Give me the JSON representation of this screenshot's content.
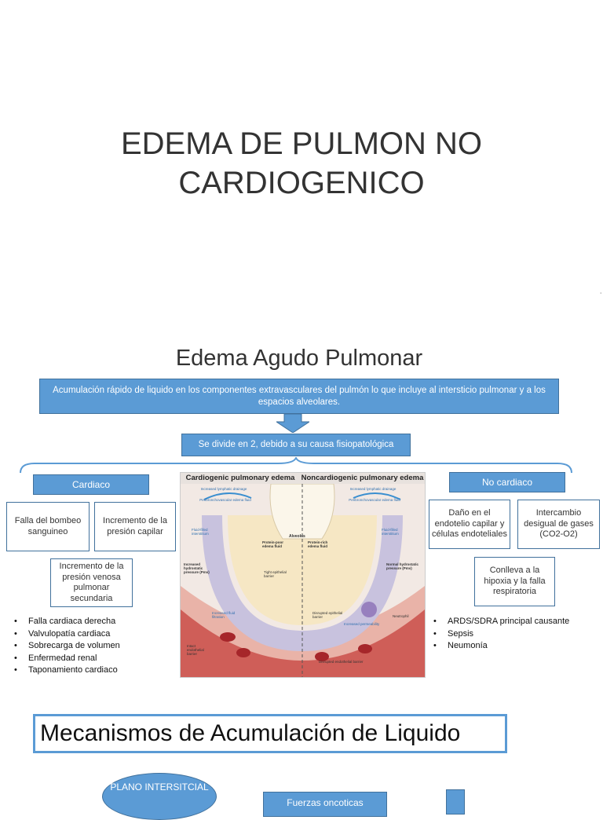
{
  "slide1": {
    "title_line1": "EDEMA DE PULMON NO",
    "title_line2": "CARDIOGENICO"
  },
  "slide2": {
    "title": "Edema Agudo Pulmonar",
    "definition": "Acumulación rápido de liquido en los componentes extravasculares del pulmón lo que incluye al intersticio pulmonar y a los espacios alveolares.",
    "divide": "Se divide en 2, debido a su causa fisiopatológica",
    "cardiaco": {
      "label": "Cardiaco",
      "boxes": [
        "Falla del bombeo sanguineo",
        "Incremento de la presión capilar",
        "Incremento de la presión venosa pulmonar secundaria"
      ],
      "bullets": [
        "Falla cardiaca derecha",
        "Valvulopatía cardiaca",
        "Sobrecarga de volumen",
        "Enfermedad renal",
        "Taponamiento cardiaco"
      ]
    },
    "no_cardiaco": {
      "label": "No cardiaco",
      "boxes": [
        "Daño en el endotelio capilar y células endoteliales",
        "Intercambio desigual de gases (CO2-O2)",
        "Conlleva a la hipoxia y la falla respiratoria"
      ],
      "bullets": [
        "ARDS/SDRA principal causante",
        "Sepsis",
        "Neumonía"
      ]
    },
    "figure": {
      "left_title": "Cardiogenic pulmonary edema",
      "right_title": "Noncardiogenic pulmonary edema",
      "labels": {
        "alveolus": "Alveolus",
        "inc_lymph_l": "Increased lymphatic drainage",
        "inc_lymph_r": "Increased lymphatic drainage",
        "perib_l": "Peribronchovascular edema fluid",
        "perib_r": "Peribronchovascular edema fluid",
        "fluid_l": "Fluid-filled interstitium",
        "fluid_r": "Fluid-filled interstitium",
        "protein_poor": "Protein-poor edema fluid",
        "protein_rich": "Protein-rich edema fluid",
        "inc_hydro": "Increased hydrostatic pressure (Pmv)",
        "normal_hydro": "Normal hydrostatic pressure (Pmv)",
        "tight": "Tight epithelial barrier",
        "inc_fluid": "Increased fluid filtration",
        "intact_endo": "Intact endothelial barrier",
        "disrupted_endo": "Disrupted endothelial barrier",
        "disrupted_epi": "Disrupted epithelial barrier",
        "neutrophil": "Neutrophil",
        "inc_perm": "Increased permeability"
      }
    }
  },
  "slide3": {
    "title": "Mecanismos de Acumulación de Liquido",
    "oval": "PLANO INTERSITCIAL",
    "box": "Fuerzas oncoticas"
  },
  "colors": {
    "accent": "#5b9bd5",
    "accent_border": "#41719c"
  }
}
